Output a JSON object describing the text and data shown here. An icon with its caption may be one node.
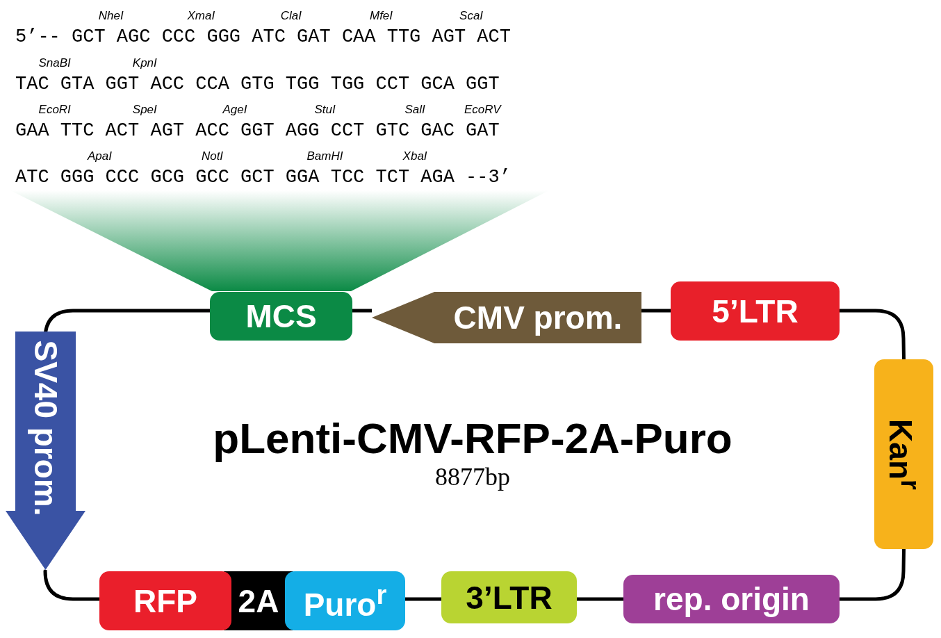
{
  "diagram": {
    "title": "pLenti-CMV-RFP-2A-Puro",
    "nodes": [
      {
        "text": [
          "MCS"
        ]
      },
      {
        "text": [
          "CMV prom."
        ]
      },
      {
        "text": [
          "5’LTR"
        ]
      },
      {
        "text": [
          "SV40 prom."
        ]
      },
      {
        "text": [
          "Kan$^{r}$"
        ]
      },
      {
        "text": [
          "RFP"
        ]
      },
      {
        "text": [
          "2A"
        ]
      },
      {
        "text": [
          "Puro$^{r}$"
        ]
      },
      {
        "text": [
          "3’LTR"
        ]
      },
      {
        "text": [
          "rep. origin"
        ]
      },
      {
        "text": [],
        "shape": "funnel"
      }
    ],
    "edges": [
      {
        "from": 0,
        "to": 1,
        "arrow": "none"
      },
      {
        "from": 1,
        "to": 2,
        "arrow": "none"
      },
      {
        "from": 2,
        "to": 4,
        "arrow": "none"
      },
      {
        "from": 4,
        "to": 9,
        "arrow": "none"
      },
      {
        "from": 9,
        "to": 8,
        "arrow": "none"
      },
      {
        "from": 8,
        "to": 7,
        "arrow": "none"
      },
      {
        "from": 5,
        "to": 3,
        "arrow": "none"
      },
      {
        "from": 3,
        "to": 0,
        "arrow": "none"
      }
    ],
    "labels": [
      "NheI",
      "XmaI",
      "ClaI",
      "MfeI",
      "ScaI",
      "5’-- GCT AGC CCC GGG ATC GAT CAA TTG AGT ACT",
      "SnaBI",
      "KpnI",
      "TAC GTA GGT ACC CCA GTG TGG TGG CCT GCA GGT",
      "EcoRI",
      "SpeI",
      "AgeI",
      "StuI",
      "SalI",
      "EcoRV",
      "GAA TTC ACT AGT ACC GGT AGG CCT GTC GAC GAT",
      "ApaI",
      "NotI",
      "BamHI",
      "XbaI",
      "ATC GGG CCC GCG GCC GCT GGA TCC TCT AGA --3’",
      "8877bp"
    ]
  }
}
